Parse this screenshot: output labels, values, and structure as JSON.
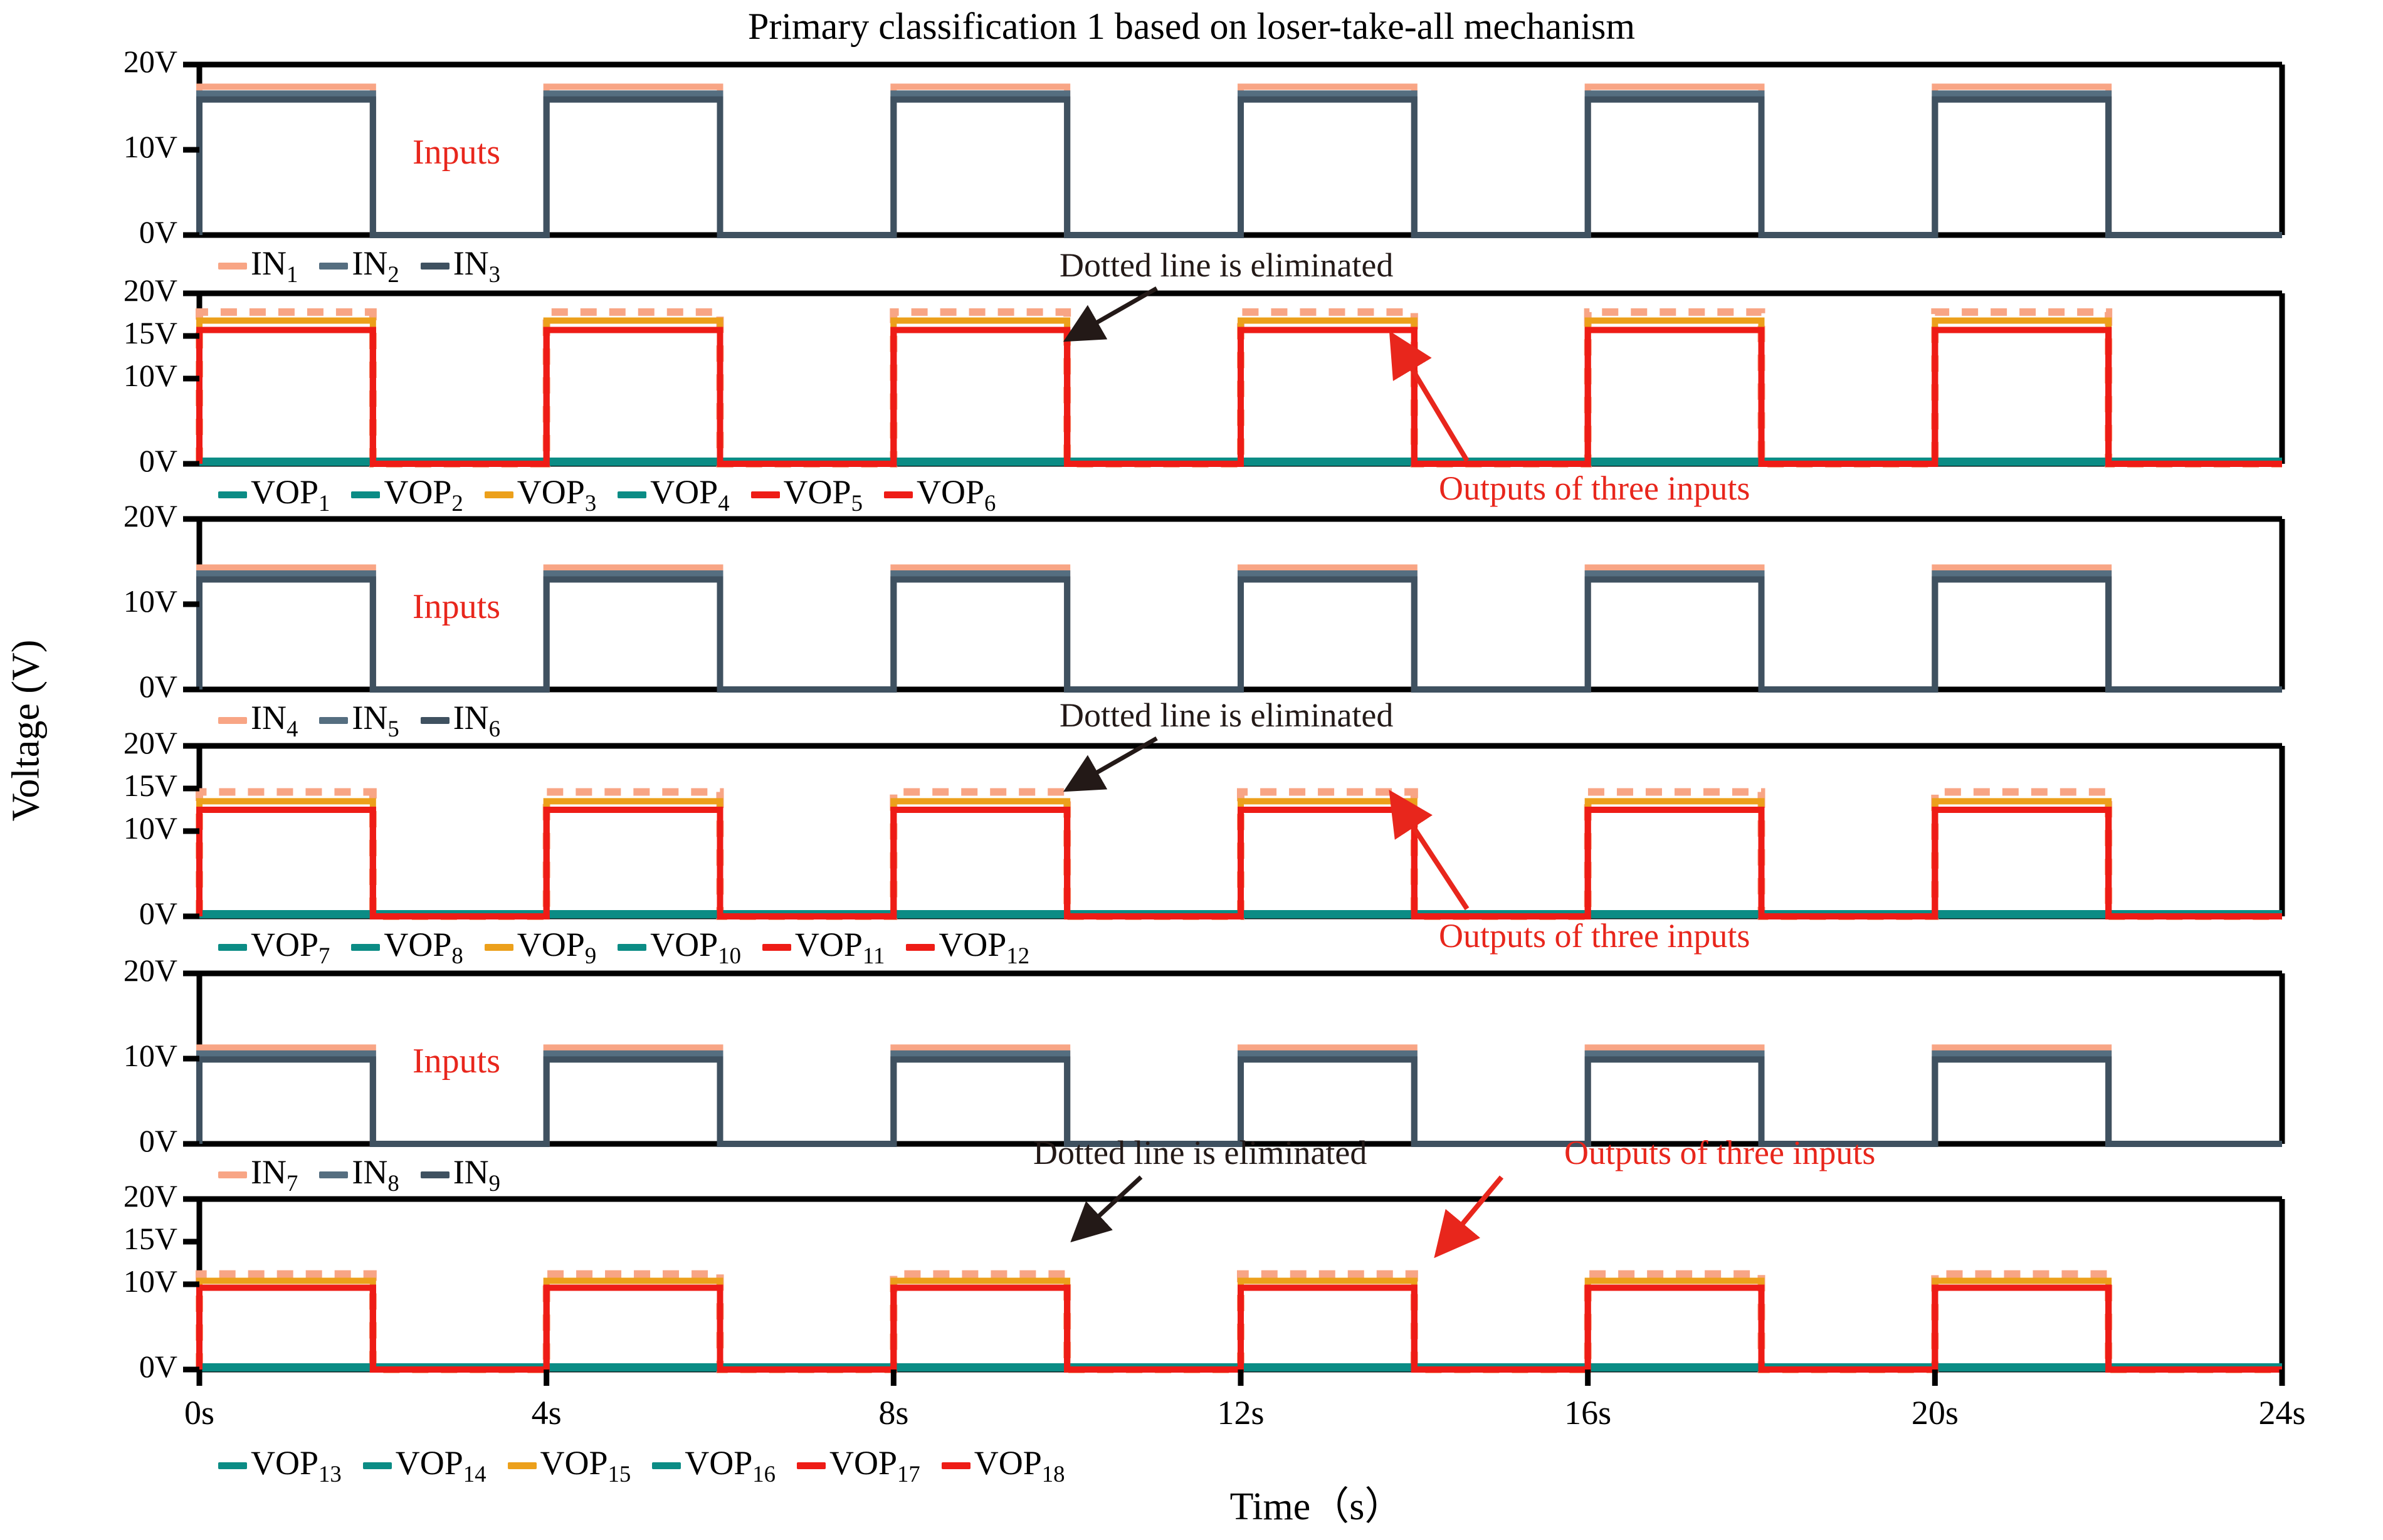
{
  "title": "Primary classification 1 based on loser-take-all mechanism",
  "axis": {
    "ylabel": "Voltage (V)",
    "xlabel": "Time（s）",
    "xticks": [
      "0s",
      "4s",
      "8s",
      "12s",
      "16s",
      "20s",
      "24s"
    ],
    "xtick_values": [
      0,
      4,
      8,
      12,
      16,
      20,
      24
    ],
    "xlim": [
      0,
      24
    ]
  },
  "colors": {
    "salmon": "#f8a585",
    "slate_light": "#556e80",
    "slate_dark": "#3f5160",
    "teal": "#0b8c85",
    "orange": "#eca01b",
    "red": "#ee1c16",
    "black": "#000000",
    "anno_black": "#231917",
    "anno_red": "#e8261c"
  },
  "annotations": {
    "inputs": "Inputs",
    "dotted": "Dotted line is eliminated",
    "outputs": "Outputs of three inputs"
  },
  "chart_data": {
    "type": "line",
    "title": "Primary classification 1 based on loser-take-all mechanism",
    "xlabel": "Time（s）",
    "ylabel": "Voltage (V)",
    "xlim": [
      0,
      24
    ],
    "grid": false,
    "pulse": {
      "period": 4,
      "high_start": 0,
      "high_end": 2,
      "cycles": 6
    },
    "panels": [
      {
        "id": "panel-1",
        "kind": "inputs",
        "yticks": [
          0,
          10,
          20
        ],
        "ytick_labels": [
          "0V",
          "10V",
          "20V"
        ],
        "ylim": [
          0,
          20
        ],
        "tag": "Inputs",
        "series": [
          {
            "name": "IN1",
            "label": "IN",
            "sub": "1",
            "color": "#f8a585",
            "high": 17.4,
            "low": 0,
            "style": "solid"
          },
          {
            "name": "IN2",
            "label": "IN",
            "sub": "2",
            "color": "#556e80",
            "high": 16.6,
            "low": 0,
            "style": "solid"
          },
          {
            "name": "IN3",
            "label": "IN",
            "sub": "3",
            "color": "#3f5160",
            "high": 15.9,
            "low": 0,
            "style": "solid"
          }
        ]
      },
      {
        "id": "panel-2",
        "kind": "outputs",
        "yticks": [
          0,
          10,
          15,
          20
        ],
        "ytick_labels": [
          "0V",
          "10V",
          "15V",
          "20V"
        ],
        "ylim": [
          0,
          20
        ],
        "series": [
          {
            "name": "VOP1",
            "label": "VOP",
            "sub": "1",
            "color": "#0b8c85",
            "high": 0.25,
            "low": 0.25,
            "style": "solid"
          },
          {
            "name": "VOP2",
            "label": "VOP",
            "sub": "2",
            "color": "#0b8c85",
            "high": 0.25,
            "low": 0.25,
            "style": "solid"
          },
          {
            "name": "VOP3",
            "label": "VOP",
            "sub": "3",
            "color": "#eca01b",
            "high": 16.8,
            "low": 0,
            "style": "solid"
          },
          {
            "name": "VOP4",
            "label": "VOP",
            "sub": "4",
            "color": "#0b8c85",
            "high": 0.25,
            "low": 0.25,
            "style": "solid"
          },
          {
            "name": "VOP5",
            "label": "VOP",
            "sub": "5",
            "color": "#ee1c16",
            "high": 15.7,
            "low": 0,
            "style": "solid"
          },
          {
            "name": "VOP6",
            "label": "VOP",
            "sub": "6",
            "color": "#ee1c16",
            "high": 15.7,
            "low": 0,
            "style": "solid"
          }
        ],
        "dashed": {
          "name": "eliminated",
          "color": "#f8a585",
          "high": 17.8,
          "low": 0,
          "style": "dashed"
        }
      },
      {
        "id": "panel-3",
        "kind": "inputs",
        "yticks": [
          0,
          10,
          20
        ],
        "ytick_labels": [
          "0V",
          "10V",
          "20V"
        ],
        "ylim": [
          0,
          20
        ],
        "tag": "Inputs",
        "series": [
          {
            "name": "IN4",
            "label": "IN",
            "sub": "4",
            "color": "#f8a585",
            "high": 14.3,
            "low": 0,
            "style": "solid"
          },
          {
            "name": "IN5",
            "label": "IN",
            "sub": "5",
            "color": "#556e80",
            "high": 13.6,
            "low": 0,
            "style": "solid"
          },
          {
            "name": "IN6",
            "label": "IN",
            "sub": "6",
            "color": "#3f5160",
            "high": 12.9,
            "low": 0,
            "style": "solid"
          }
        ]
      },
      {
        "id": "panel-4",
        "kind": "outputs",
        "yticks": [
          0,
          10,
          15,
          20
        ],
        "ytick_labels": [
          "0V",
          "10V",
          "15V",
          "20V"
        ],
        "ylim": [
          0,
          20
        ],
        "series": [
          {
            "name": "VOP7",
            "label": "VOP",
            "sub": "7",
            "color": "#0b8c85",
            "high": 0.25,
            "low": 0.25,
            "style": "solid"
          },
          {
            "name": "VOP8",
            "label": "VOP",
            "sub": "8",
            "color": "#0b8c85",
            "high": 0.25,
            "low": 0.25,
            "style": "solid"
          },
          {
            "name": "VOP9",
            "label": "VOP",
            "sub": "9",
            "color": "#eca01b",
            "high": 13.5,
            "low": 0,
            "style": "solid"
          },
          {
            "name": "VOP10",
            "label": "VOP",
            "sub": "10",
            "color": "#0b8c85",
            "high": 0.25,
            "low": 0.25,
            "style": "solid"
          },
          {
            "name": "VOP11",
            "label": "VOP",
            "sub": "11",
            "color": "#ee1c16",
            "high": 12.5,
            "low": 0,
            "style": "solid"
          },
          {
            "name": "VOP12",
            "label": "VOP",
            "sub": "12",
            "color": "#ee1c16",
            "high": 12.5,
            "low": 0,
            "style": "solid"
          }
        ],
        "dashed": {
          "name": "eliminated",
          "color": "#f8a585",
          "high": 14.6,
          "low": 0,
          "style": "dashed"
        }
      },
      {
        "id": "panel-5",
        "kind": "inputs",
        "yticks": [
          0,
          10,
          20
        ],
        "ytick_labels": [
          "0V",
          "10V",
          "20V"
        ],
        "ylim": [
          0,
          20
        ],
        "tag": "Inputs",
        "series": [
          {
            "name": "IN7",
            "label": "IN",
            "sub": "7",
            "color": "#f8a585",
            "high": 11.3,
            "low": 0,
            "style": "solid"
          },
          {
            "name": "IN8",
            "label": "IN",
            "sub": "8",
            "color": "#556e80",
            "high": 10.6,
            "low": 0,
            "style": "solid"
          },
          {
            "name": "IN9",
            "label": "IN",
            "sub": "9",
            "color": "#3f5160",
            "high": 9.9,
            "low": 0,
            "style": "solid"
          }
        ]
      },
      {
        "id": "panel-6",
        "kind": "outputs",
        "yticks": [
          0,
          10,
          15,
          20
        ],
        "ytick_labels": [
          "0V",
          "10V",
          "15V",
          "20V"
        ],
        "ylim": [
          0,
          20
        ],
        "series": [
          {
            "name": "VOP13",
            "label": "VOP",
            "sub": "13",
            "color": "#0b8c85",
            "high": 0.25,
            "low": 0.25,
            "style": "solid"
          },
          {
            "name": "VOP14",
            "label": "VOP",
            "sub": "14",
            "color": "#0b8c85",
            "high": 0.25,
            "low": 0.25,
            "style": "solid"
          },
          {
            "name": "VOP15",
            "label": "VOP",
            "sub": "15",
            "color": "#eca01b",
            "high": 10.4,
            "low": 0,
            "style": "solid"
          },
          {
            "name": "VOP16",
            "label": "VOP",
            "sub": "16",
            "color": "#0b8c85",
            "high": 0.25,
            "low": 0.25,
            "style": "solid"
          },
          {
            "name": "VOP17",
            "label": "VOP",
            "sub": "17",
            "color": "#ee1c16",
            "high": 9.6,
            "low": 0,
            "style": "solid"
          },
          {
            "name": "VOP18",
            "label": "VOP",
            "sub": "18",
            "color": "#ee1c16",
            "high": 9.6,
            "low": 0,
            "style": "solid"
          }
        ],
        "dashed": {
          "name": "eliminated",
          "color": "#f8a585",
          "high": 11.2,
          "low": 0,
          "style": "dashed"
        }
      }
    ]
  }
}
